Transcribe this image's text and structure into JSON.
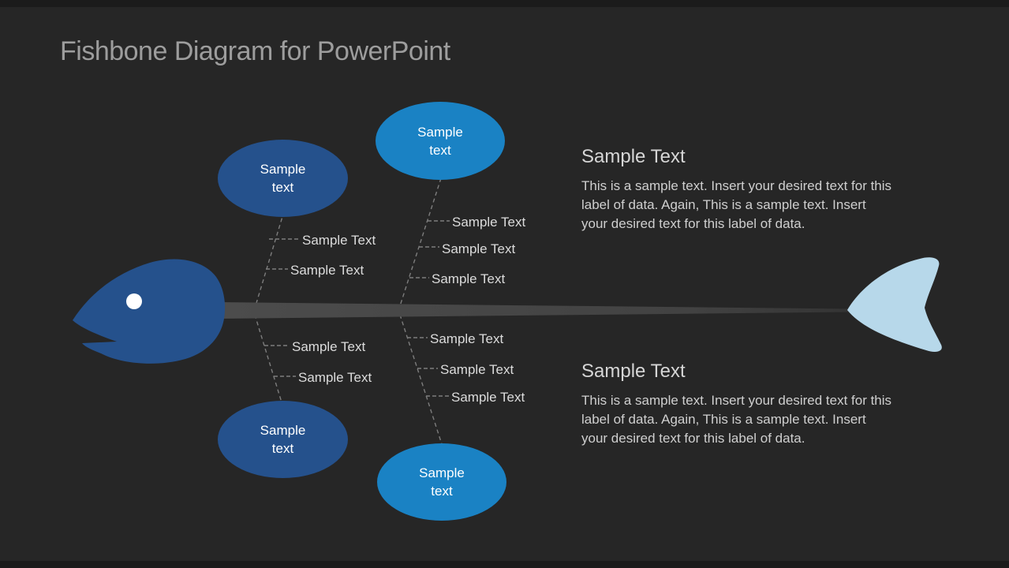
{
  "slide": {
    "title": "Fishbone Diagram for PowerPoint"
  },
  "colors": {
    "background": "#262626",
    "edge_band": "#1b1b1b",
    "title_text": "#9d9d9d",
    "head_fill": "#25518c",
    "bright_fill": "#1a82c4",
    "tail_fill": "#b7d8ea",
    "spine_left": "#4c4c4c",
    "spine_right": "#343434",
    "bone_stroke": "#7d7d7d",
    "bubble_text": "#ffffff",
    "label_text": "#dcdcdc",
    "heading_text": "#d6d6d6",
    "body_text": "#cfcfcf",
    "eye_fill": "#ffffff"
  },
  "diagram": {
    "causes": [
      {
        "position": "top-left",
        "bubble": "Sample text",
        "labels": [
          "Sample Text",
          "Sample Text"
        ]
      },
      {
        "position": "top-center",
        "bubble": "Sample text",
        "labels": [
          "Sample Text",
          "Sample Text",
          "Sample Text"
        ]
      },
      {
        "position": "bottom-left",
        "bubble": "Sample text",
        "labels": [
          "Sample Text",
          "Sample Text"
        ]
      },
      {
        "position": "bottom-center",
        "bubble": "Sample text",
        "labels": [
          "Sample Text",
          "Sample Text",
          "Sample Text"
        ]
      }
    ]
  },
  "sections": [
    {
      "heading": "Sample Text",
      "body": "This is a sample text. Insert your desired text for this label of data. Again, This is a sample text. Insert your desired text for this label of data."
    },
    {
      "heading": "Sample Text",
      "body": "This is a sample text. Insert your desired text for this label of data. Again, This is a sample text. Insert your desired text for this label of data."
    }
  ]
}
